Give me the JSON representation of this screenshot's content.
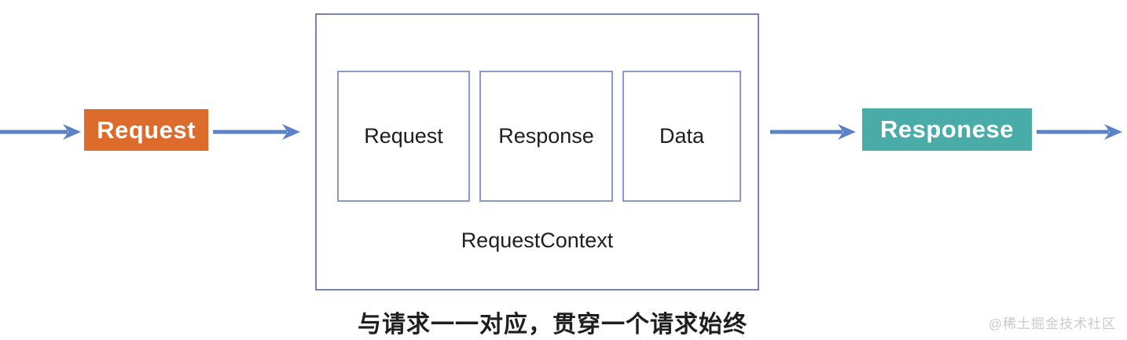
{
  "diagram": {
    "colors": {
      "canvas_bg": "#ffffff",
      "arrow": "#5b82c4",
      "orange_box_bg": "#dd6b2c",
      "teal_box_bg": "#4aaca8",
      "box_text_light": "#ffffff",
      "container_border": "#7883b8",
      "inner_border": "#8d9ac6",
      "dark_text": "#1e1e1e",
      "watermark_color": "#c9cbcd"
    },
    "incoming_box": {
      "label": "Request"
    },
    "context_container": {
      "label": "RequestContext",
      "inner_boxes": [
        {
          "label": "Request"
        },
        {
          "label": "Response"
        },
        {
          "label": "Data"
        }
      ]
    },
    "outgoing_box": {
      "label": "Responese"
    },
    "caption": "与请求一一对应，贯穿一个请求始终",
    "watermark": "@稀土掘金技术社区"
  }
}
